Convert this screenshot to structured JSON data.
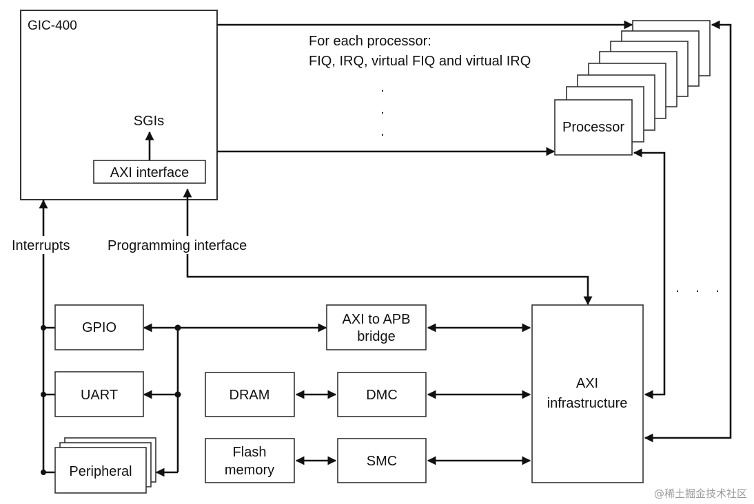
{
  "gic": {
    "title": "GIC-400",
    "sgis": "SGIs",
    "axi_interface": "AXI interface"
  },
  "note": {
    "line1": "For each processor:",
    "line2": "FIQ, IRQ, virtual FIQ and virtual IRQ"
  },
  "processor": {
    "label": "Processor"
  },
  "labels": {
    "interrupts": "Interrupts",
    "programming": "Programming interface"
  },
  "blocks": {
    "gpio": "GPIO",
    "uart": "UART",
    "peripheral": "Peripheral",
    "axi_apb_1": "AXI to APB",
    "axi_apb_2": "bridge",
    "dram": "DRAM",
    "dmc": "DMC",
    "flash_1": "Flash",
    "flash_2": "memory",
    "smc": "SMC",
    "axi_infra_1": "AXI",
    "axi_infra_2": "infrastructure"
  },
  "ellipsis": {
    "dot": "."
  },
  "watermark": "@稀土掘金技术社区",
  "colors": {
    "line": "#111111",
    "box_stroke": "#333333",
    "watermark": "#9a9a9a"
  }
}
